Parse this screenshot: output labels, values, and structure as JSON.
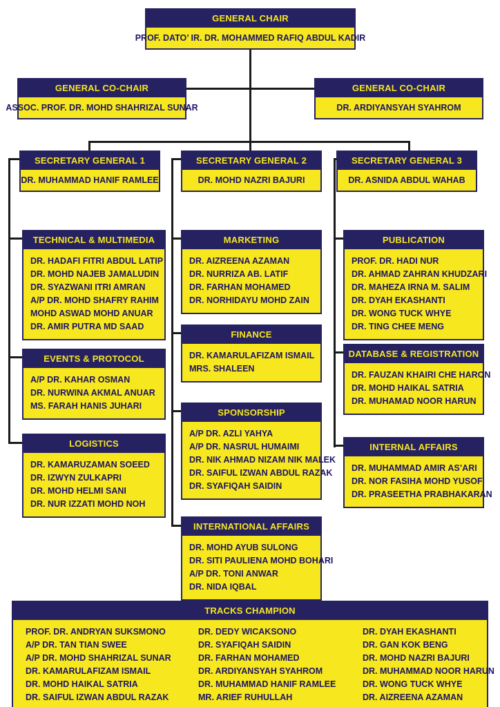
{
  "colors": {
    "navy": "#262262",
    "yellow": "#F7E71E",
    "line": "#1a1a1a"
  },
  "general_chair": {
    "title": "GENERAL CHAIR",
    "members": [
      "PROF. DATO’ IR. DR. MOHAMMED RAFIQ ABDUL KADIR"
    ]
  },
  "co_chairs": [
    {
      "title": "GENERAL CO-CHAIR",
      "members": [
        "ASSOC. PROF. DR. MOHD SHAHRIZAL SUNAR"
      ]
    },
    {
      "title": "GENERAL CO-CHAIR",
      "members": [
        "DR. ARDIYANSYAH SYAHROM"
      ]
    }
  ],
  "secretaries": [
    {
      "title": "SECRETARY GENERAL 1",
      "members": [
        "DR. MUHAMMAD HANIF RAMLEE"
      ]
    },
    {
      "title": "SECRETARY GENERAL 2",
      "members": [
        "DR. MOHD NAZRI BAJURI"
      ]
    },
    {
      "title": "SECRETARY GENERAL 3",
      "members": [
        "DR. ASNIDA ABDUL WAHAB"
      ]
    }
  ],
  "committees": {
    "technical": {
      "title": "TECHNICAL & MULTIMEDIA",
      "members": [
        "DR. HADAFI FITRI ABDUL LATIP",
        "DR. MOHD NAJEB JAMALUDIN",
        "DR. SYAZWANI ITRI AMRAN",
        "A/P DR. MOHD SHAFRY RAHIM",
        "MOHD ASWAD MOHD ANUAR",
        "DR. AMIR PUTRA MD SAAD"
      ]
    },
    "events": {
      "title": "EVENTS & PROTOCOL",
      "members": [
        "A/P DR. KAHAR OSMAN",
        "DR. NURWINA AKMAL ANUAR",
        "MS. FARAH HANIS JUHARI"
      ]
    },
    "logistics": {
      "title": "LOGISTICS",
      "members": [
        "DR. KAMARUZAMAN SOEED",
        "DR. IZWYN ZULKAPRI",
        "DR. MOHD HELMI SANI",
        "DR. NUR IZZATI MOHD NOH"
      ]
    },
    "marketing": {
      "title": "MARKETING",
      "members": [
        "DR. AIZREENA AZAMAN",
        "DR. NURRIZA AB. LATIF",
        "DR. FARHAN MOHAMED",
        "DR. NORHIDAYU MOHD ZAIN"
      ]
    },
    "finance": {
      "title": "FINANCE",
      "members": [
        "DR. KAMARULAFIZAM ISMAIL",
        "MRS. SHALEEN"
      ]
    },
    "sponsorship": {
      "title": "SPONSORSHIP",
      "members": [
        "A/P DR. AZLI YAHYA",
        "A/P DR. NASRUL HUMAIMI",
        "DR. NIK AHMAD NIZAM NIK MALEK",
        "DR. SAIFUL IZWAN ABDUL RAZAK",
        "DR. SYAFIQAH SAIDIN"
      ]
    },
    "international": {
      "title": "INTERNATIONAL AFFAIRS",
      "members": [
        "DR. MOHD AYUB SULONG",
        "DR. SITI PAULIENA MOHD BOHARI",
        "A/P DR. TONI ANWAR",
        "DR. NIDA IQBAL"
      ]
    },
    "publication": {
      "title": "PUBLICATION",
      "members": [
        "PROF. DR. HADI NUR",
        "DR. AHMAD ZAHRAN KHUDZARI",
        "DR. MAHEZA IRNA M. SALIM",
        "DR. DYAH EKASHANTI",
        "DR. WONG TUCK WHYE",
        "DR. TING CHEE MENG"
      ]
    },
    "database": {
      "title": "DATABASE & REGISTRATION",
      "members": [
        "DR. FAUZAN KHAIRI CHE HARON",
        "DR. MOHD HAIKAL SATRIA",
        "DR. MUHAMAD NOOR HARUN"
      ]
    },
    "internal": {
      "title": "INTERNAL AFFAIRS",
      "members": [
        "DR. MUHAMMAD AMIR AS’ARI",
        "DR. NOR FASIHA MOHD YUSOF",
        "DR. PRASEETHA PRABHAKARAN"
      ]
    }
  },
  "tracks_champion": {
    "title": "TRACKS CHAMPION",
    "columns": [
      [
        "PROF. DR. ANDRYAN SUKSMONO",
        "A/P DR. TAN TIAN SWEE",
        "A/P DR. MOHD SHAHRIZAL SUNAR",
        "DR. KAMARULAFIZAM ISMAIL",
        "DR. MOHD HAIKAL SATRIA",
        "DR. SAIFUL IZWAN ABDUL RAZAK"
      ],
      [
        "DR. DEDY WICAKSONO",
        "DR. SYAFIQAH SAIDIN",
        "DR. FARHAN MOHAMED",
        "DR. ARDIYANSYAH SYAHROM",
        "DR. MUHAMMAD HANIF RAMLEE",
        "MR. ARIEF RUHULLAH"
      ],
      [
        "DR. DYAH EKASHANTI",
        "DR. GAN KOK BENG",
        "DR. MOHD NAZRI BAJURI",
        "DR. MUHAMMAD NOOR HARUN",
        "DR. WONG TUCK WHYE",
        "DR. AIZREENA AZAMAN"
      ]
    ]
  }
}
